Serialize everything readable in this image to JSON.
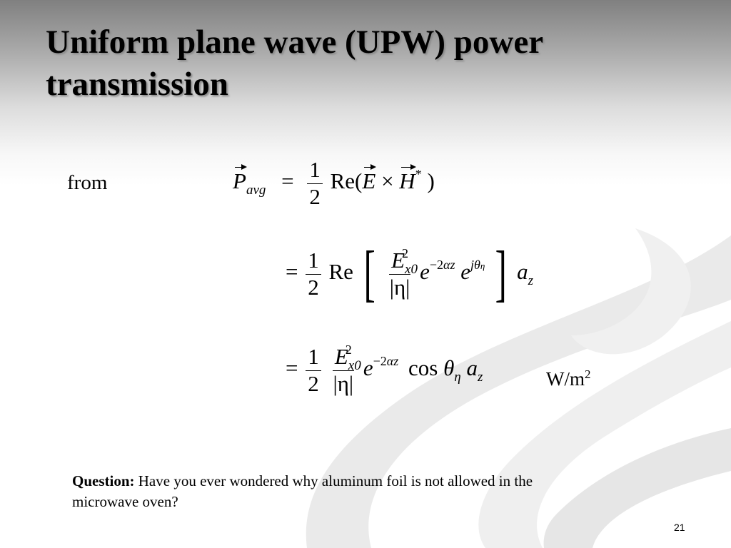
{
  "slide": {
    "title_line1": "Uniform plane wave (UPW) power",
    "title_line2": "transmission",
    "from_label": "from",
    "units": {
      "base": "W/m",
      "exp": "2"
    },
    "question": {
      "label": "Question:",
      "text": " Have you ever wondered why aluminum foil is not allowed in the microwave oven?"
    },
    "page_number": "21"
  },
  "equations": {
    "eq1": {
      "lhs": "P",
      "lhs_sub": "avg",
      "equals": "=",
      "frac_num": "1",
      "frac_den": "2",
      "re_open": "Re(",
      "e_vec": "E",
      "times": "×",
      "h_vec": "H",
      "star": "*",
      "close": ")"
    },
    "eq2": {
      "equals": "=",
      "frac_num": "1",
      "frac_den": "2",
      "re": "Re",
      "bracket_open": "[",
      "bracket_close": "]",
      "e_sym": "E",
      "e_sub": "x0",
      "e_sup": "2",
      "den_eta": "|η|",
      "exp_base1": "e",
      "exp1_a": "−2",
      "exp1_b": "αz",
      "exp_base2": "e",
      "exp2_a": "jθ",
      "exp2_b": "η",
      "a_sym": "a",
      "a_sub": "z"
    },
    "eq3": {
      "equals": "=",
      "frac_num": "1",
      "frac_den": "2",
      "e_sym": "E",
      "e_sub": "x0",
      "e_sup": "2",
      "den_eta": "|η|",
      "exp_base": "e",
      "exp_a": "−2",
      "exp_b": "αz",
      "cos": "cos",
      "theta": "θ",
      "theta_sub": "η",
      "a_sym": "a",
      "a_sub": "z"
    }
  }
}
